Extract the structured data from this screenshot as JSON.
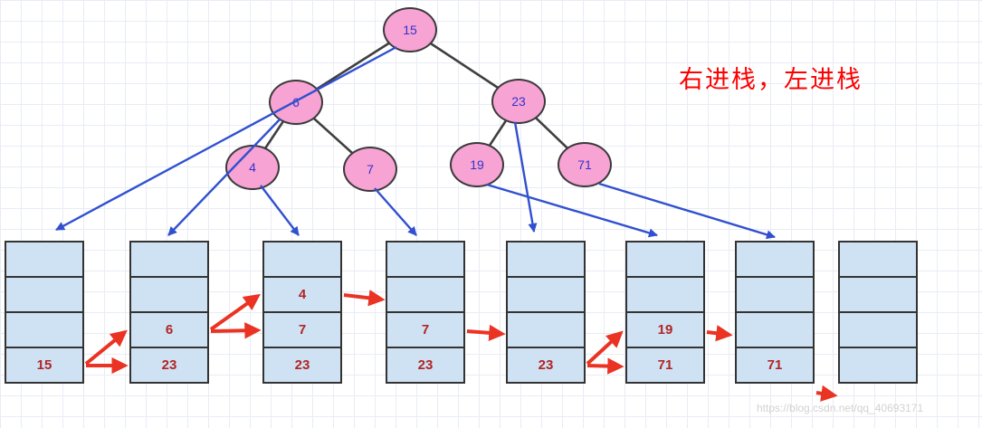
{
  "annotation": {
    "text": "右进栈，左进栈"
  },
  "watermark": {
    "text": "https://blog.csdn.net/qq_40693171"
  },
  "tree": {
    "nodes": [
      {
        "label": "15"
      },
      {
        "label": "6"
      },
      {
        "label": "23"
      },
      {
        "label": "4"
      },
      {
        "label": "7"
      },
      {
        "label": "19"
      },
      {
        "label": "71"
      }
    ],
    "edges": [
      [
        "15",
        "6"
      ],
      [
        "15",
        "23"
      ],
      [
        "6",
        "4"
      ],
      [
        "6",
        "7"
      ],
      [
        "23",
        "19"
      ],
      [
        "23",
        "71"
      ]
    ]
  },
  "stacks": [
    {
      "cells": [
        "",
        "",
        "",
        "15"
      ]
    },
    {
      "cells": [
        "",
        "",
        "6",
        "23"
      ]
    },
    {
      "cells": [
        "",
        "4",
        "7",
        "23"
      ]
    },
    {
      "cells": [
        "",
        "",
        "7",
        "23"
      ]
    },
    {
      "cells": [
        "",
        "",
        "",
        "23"
      ]
    },
    {
      "cells": [
        "",
        "",
        "19",
        "71"
      ]
    },
    {
      "cells": [
        "",
        "",
        "",
        "71"
      ]
    },
    {
      "cells": [
        "",
        "",
        "",
        ""
      ]
    }
  ],
  "colors": {
    "node_fill": "#f7a3d3",
    "node_text": "#3333cc",
    "edge": "#3f3f3f",
    "stack_fill": "#cfe2f3",
    "stack_text": "#b02525",
    "blue_arrow": "#3050d0",
    "red_arrow": "#ea3323",
    "annotation_text": "#fe0000"
  }
}
